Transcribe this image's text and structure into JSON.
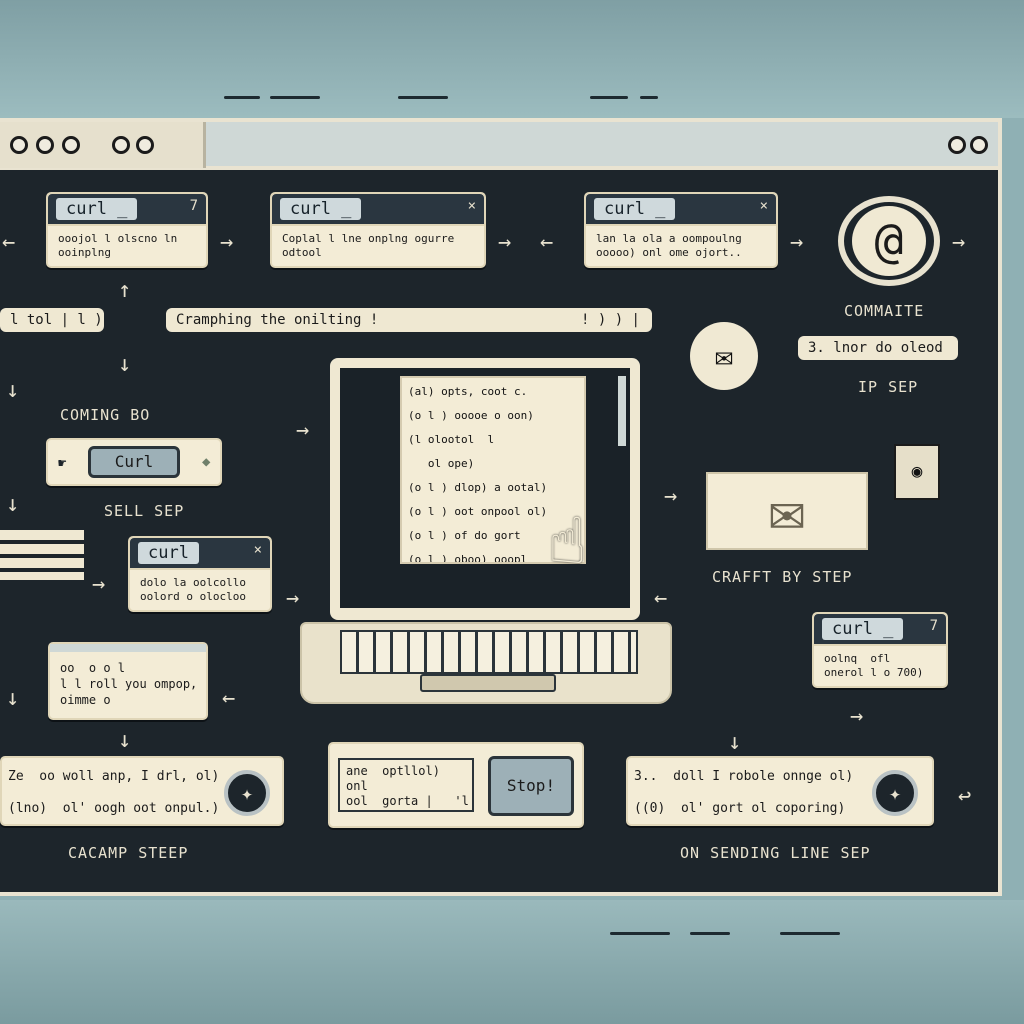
{
  "colors": {
    "frame": "#1d252b",
    "card": "#f3ecd6",
    "accent": "#9db0b7",
    "background": "#8fb0b4"
  },
  "cards": {
    "c1": {
      "tag": "curl _",
      "x": "7",
      "body": "ooojol l olscno ln\nooinplng"
    },
    "c2": {
      "tag": "curl _",
      "x": "×",
      "body": "Coplal l lne onplng ogurre\nodtool"
    },
    "c3": {
      "tag": "curl _",
      "x": "×",
      "body": "lan la ola a oompoulng\nooooo) onl ome ojort.."
    },
    "c4": {
      "tag": "curl",
      "x": "×",
      "body": "dolo la oolcollo\noolord o olocloo"
    },
    "c5": {
      "tag": "curl _",
      "x": "7",
      "body": "oolnq  ofl\nonerol l o 700)"
    }
  },
  "labels": {
    "coming_bo": "COMING BO",
    "sell_sep": "SELL SEP",
    "commaite": "COMMAITE",
    "ip_sep": "IP SEP",
    "crafft": "CRAFFT BY STEP",
    "cacamp": "CACAMP STEEP",
    "sending": "ON SENDING LINE SEP"
  },
  "pills": {
    "p_left": "l tol | l )",
    "p_mid": "Cramphing the onilting !",
    "p_mid_end": "! ) ) |",
    "p_right": "3.  lnor do oleod",
    "curl_button": "Curl"
  },
  "notes": {
    "n1": "oo  o o l\nl l roll you ompop,\noimme o",
    "n2a": "Ze  oo woll anp, I drl, ol)",
    "n2b": "(lno)  ol' oogh oot onpul.)",
    "n3": "ane  optllol)\nonl\nool  gorta |   'l",
    "n4a": "3..  doll I robole onnge ol)",
    "n4b": "((0)  ol' gort ol coporing)"
  },
  "editor": "(al) opts, coot c.\n(o l ) ooooe o oon)\n(l olootol  l\n   ol ope)\n(o l ) dlop) a ootal)\n(o l ) oot onpool ol)\n(o l ) of do gort\n(o l ) oboo) ooopl",
  "stop_button": "Stop!",
  "icons": [
    "at-icon",
    "envelope-icon",
    "mail-card-icon",
    "cursor-hand-icon",
    "emblem-icon"
  ]
}
